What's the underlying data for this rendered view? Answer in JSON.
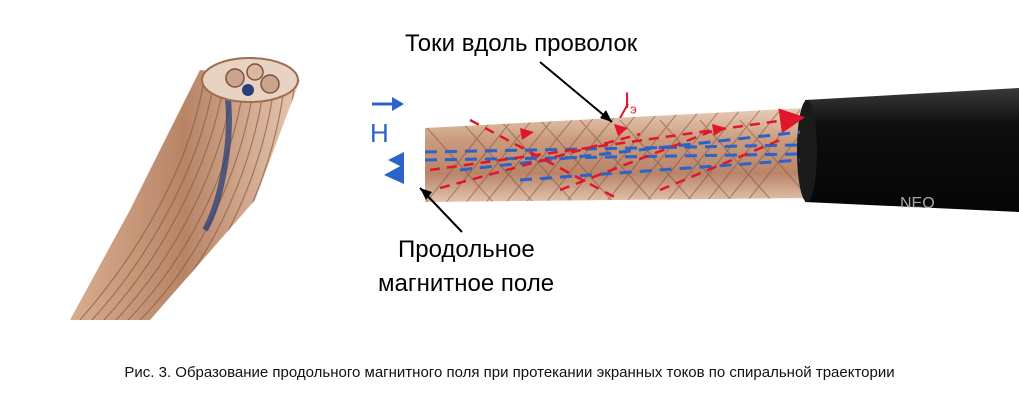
{
  "labels": {
    "currents_along_wires": "Токи вдоль проволок",
    "longitudinal_field_line1": "Продольное",
    "longitudinal_field_line2": "магнитное поле",
    "field_symbol": "H",
    "current_symbol": "I",
    "current_subscript": "э"
  },
  "caption": "Рис. 3. Образование продольного магнитного поля при протекании экранных токов по спиральной траектории",
  "colors": {
    "field_blue": "#2b63c8",
    "current_red": "#e0162b",
    "copper": "#c99a7c",
    "jacket": "#0e0e0e"
  }
}
